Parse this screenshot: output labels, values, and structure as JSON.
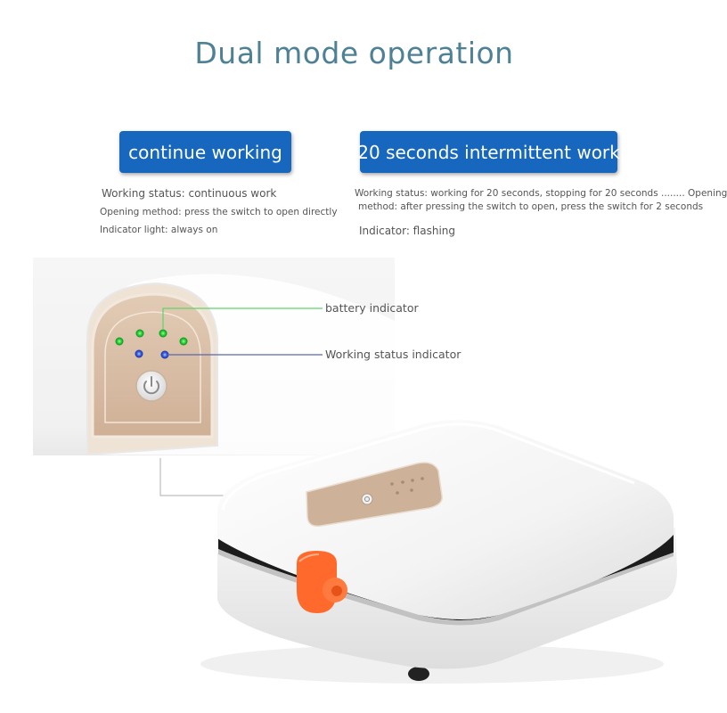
{
  "title": "Dual mode operation",
  "modes": [
    {
      "label": "continue working",
      "details": [
        "Working status: continuous work",
        "Opening method: press the switch to open directly",
        "Indicator light: always on"
      ]
    },
    {
      "label": "20 seconds intermittent work",
      "details": [
        "Working status: working for 20 seconds, stopping for 20 seconds ........ Opening",
        "method: after pressing the switch to open, press the switch for 2 seconds",
        "Indicator: flashing"
      ]
    }
  ],
  "callouts": {
    "battery": "battery indicator",
    "working_status": "Working status indicator"
  },
  "colors": {
    "title": "#4e8196",
    "button_bg": "#1667bd",
    "battery_led": "#2ecf3a",
    "status_led": "#3a5fe0",
    "valve": "#ff6a2c",
    "panel": "#d9bea3"
  }
}
